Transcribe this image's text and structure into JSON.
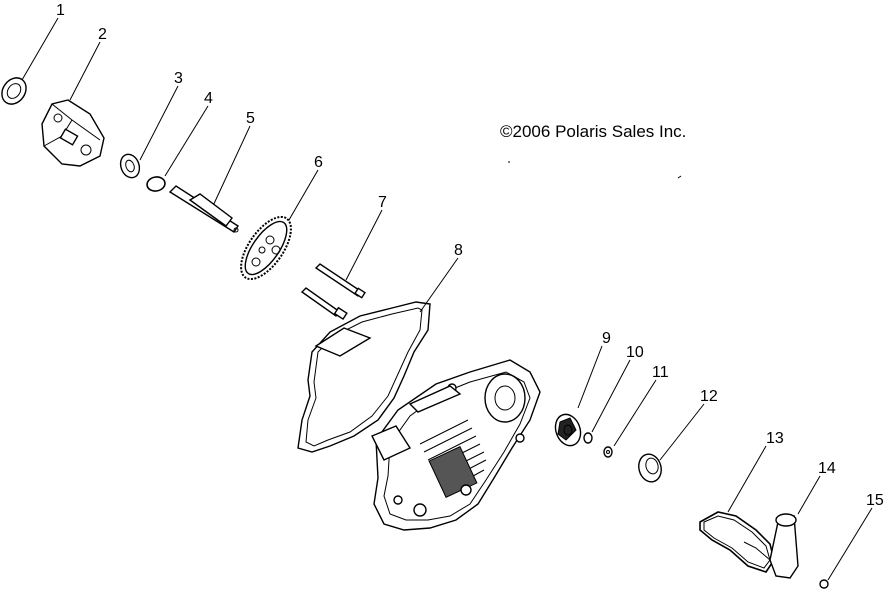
{
  "copyright": "©2006 Polaris Sales Inc.",
  "callouts": [
    {
      "id": "1",
      "label": "1"
    },
    {
      "id": "2",
      "label": "2"
    },
    {
      "id": "3",
      "label": "3"
    },
    {
      "id": "4",
      "label": "4"
    },
    {
      "id": "5",
      "label": "5"
    },
    {
      "id": "6",
      "label": "6"
    },
    {
      "id": "7",
      "label": "7"
    },
    {
      "id": "8",
      "label": "8"
    },
    {
      "id": "9",
      "label": "9"
    },
    {
      "id": "10",
      "label": "10"
    },
    {
      "id": "11",
      "label": "11"
    },
    {
      "id": "12",
      "label": "12"
    },
    {
      "id": "13",
      "label": "13"
    },
    {
      "id": "14",
      "label": "14"
    },
    {
      "id": "15",
      "label": "15"
    }
  ]
}
